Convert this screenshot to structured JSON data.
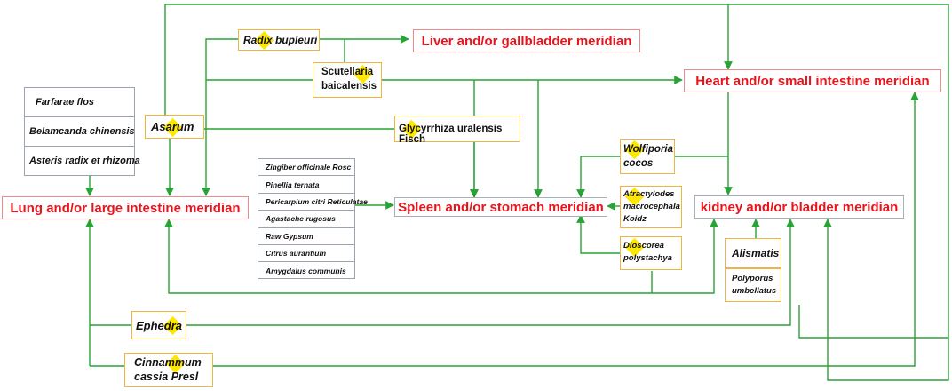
{
  "colors": {
    "arrow": "#2aa336",
    "meridian_text": "#e8141c",
    "herb_border": "#f0b440",
    "herb_marker": "#ffe800"
  },
  "meridians": {
    "liver": "Liver and/or gallbladder meridian",
    "heart": "Heart  and/or small intestine  meridian",
    "lung": "Lung and/or large intestine meridian",
    "spleen": "Spleen  and/or stomach meridian",
    "kidney": "kidney and/or bladder meridian"
  },
  "herbs": {
    "radix_bupleuri": "Radix bupleuri",
    "scutellaria_line1": "Scutellaria",
    "scutellaria_line2": "baicalensis",
    "asarum": "Asarum",
    "glycyrrhiza": "Glycyrrhiza uralensis Fisch",
    "wolfiporia_line1": "Wolfiporia",
    "wolfiporia_line2": "cocos",
    "atractylodes_line1": "Atractylodes",
    "atractylodes_line2": "macrocephala",
    "atractylodes_line3": "Koidz",
    "dioscorea_line1": "Dioscorea",
    "dioscorea_line2": "polystachya",
    "alismatis": "Alismatis",
    "polyporus_line1": "Polyporus",
    "polyporus_line2": "umbellatus",
    "ephedra": "Ephedra",
    "cinnamomum_line1": "Cinnammum",
    "cinnamomum_line2": "cassia  Presl"
  },
  "lung_list": [
    "Farfarae flos",
    "Belamcanda chinensis",
    "Asteris radix et rhizoma"
  ],
  "spleen_list": [
    "Zingiber officinale Rosc",
    "Pinellia  ternata",
    "Pericarpium citri Reticulatae",
    "Agastache rugosus",
    "Raw Gypsum",
    "Citrus aurantium",
    "Amygdalus  communis"
  ]
}
